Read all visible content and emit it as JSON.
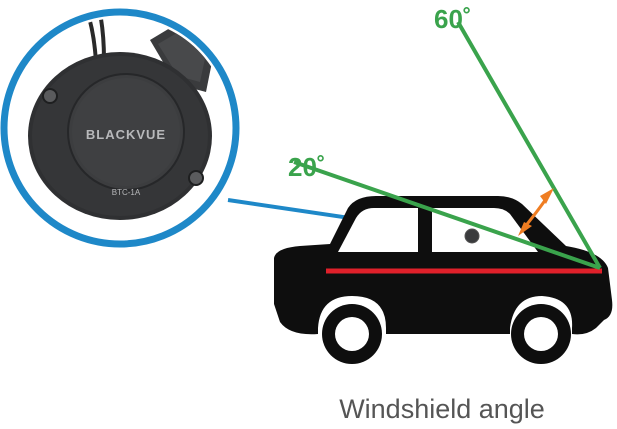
{
  "camera": {
    "brand": "BLACKVUE",
    "model": "BTC-1A"
  },
  "angles": {
    "upper": "60˚",
    "lower": "20˚"
  },
  "caption": "Windshield angle",
  "colors": {
    "accent_blue": "#1e88c8",
    "green": "#3aa34c",
    "red": "#e0202a",
    "orange": "#ef7d22",
    "car": "#0e0e0e",
    "camera_body": "#2f3032"
  },
  "icons": {
    "car": "car-silhouette-icon",
    "camera": "dashcam-icon",
    "arrow": "double-arrow-icon"
  }
}
